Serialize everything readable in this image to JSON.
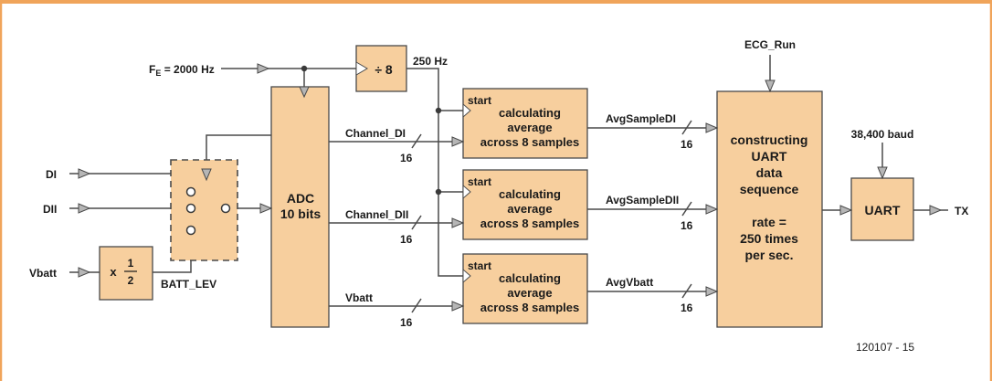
{
  "colors": {
    "frame": "#f0a45a",
    "block_fill": "#f7cf9e",
    "line": "#4a4a4a",
    "arrow": "#b6b6b6"
  },
  "inputs": {
    "fe_prefix": "F",
    "fe_sub": "E",
    "fe_value": " = 2000 Hz",
    "di": "DI",
    "dii": "DII",
    "vbatt": "Vbatt"
  },
  "divider": {
    "symbol": "÷ 8"
  },
  "rate_label": "250 Hz",
  "half_block": {
    "x": "x",
    "num": "1",
    "den": "2"
  },
  "batt_lev": "BATT_LEV",
  "adc": {
    "line1": "ADC",
    "line2": "10 bits"
  },
  "channels": [
    {
      "name": "Channel_DI",
      "width": "16"
    },
    {
      "name": "Channel_DII",
      "width": "16"
    },
    {
      "name": "Vbatt",
      "width": "16"
    }
  ],
  "averagers": [
    {
      "start": "start",
      "lines": [
        "calculating",
        "average",
        "across 8 samples"
      ]
    },
    {
      "start": "start",
      "lines": [
        "calculating",
        "average",
        "across 8 samples"
      ]
    },
    {
      "start": "start",
      "lines": [
        "calculating",
        "average",
        "across 8 samples"
      ]
    }
  ],
  "outputs": [
    {
      "name": "AvgSampleDI",
      "width": "16"
    },
    {
      "name": "AvgSampleDII",
      "width": "16"
    },
    {
      "name": "AvgVbatt",
      "width": "16"
    }
  ],
  "ecg_run": "ECG_Run",
  "constructor": {
    "lines": [
      "constructing",
      "UART",
      "data",
      "sequence",
      "",
      "rate =",
      "250 times",
      "per sec."
    ]
  },
  "baud": "38,400 baud",
  "uart": "UART",
  "tx": "TX",
  "figure_number": "120107 - 15"
}
